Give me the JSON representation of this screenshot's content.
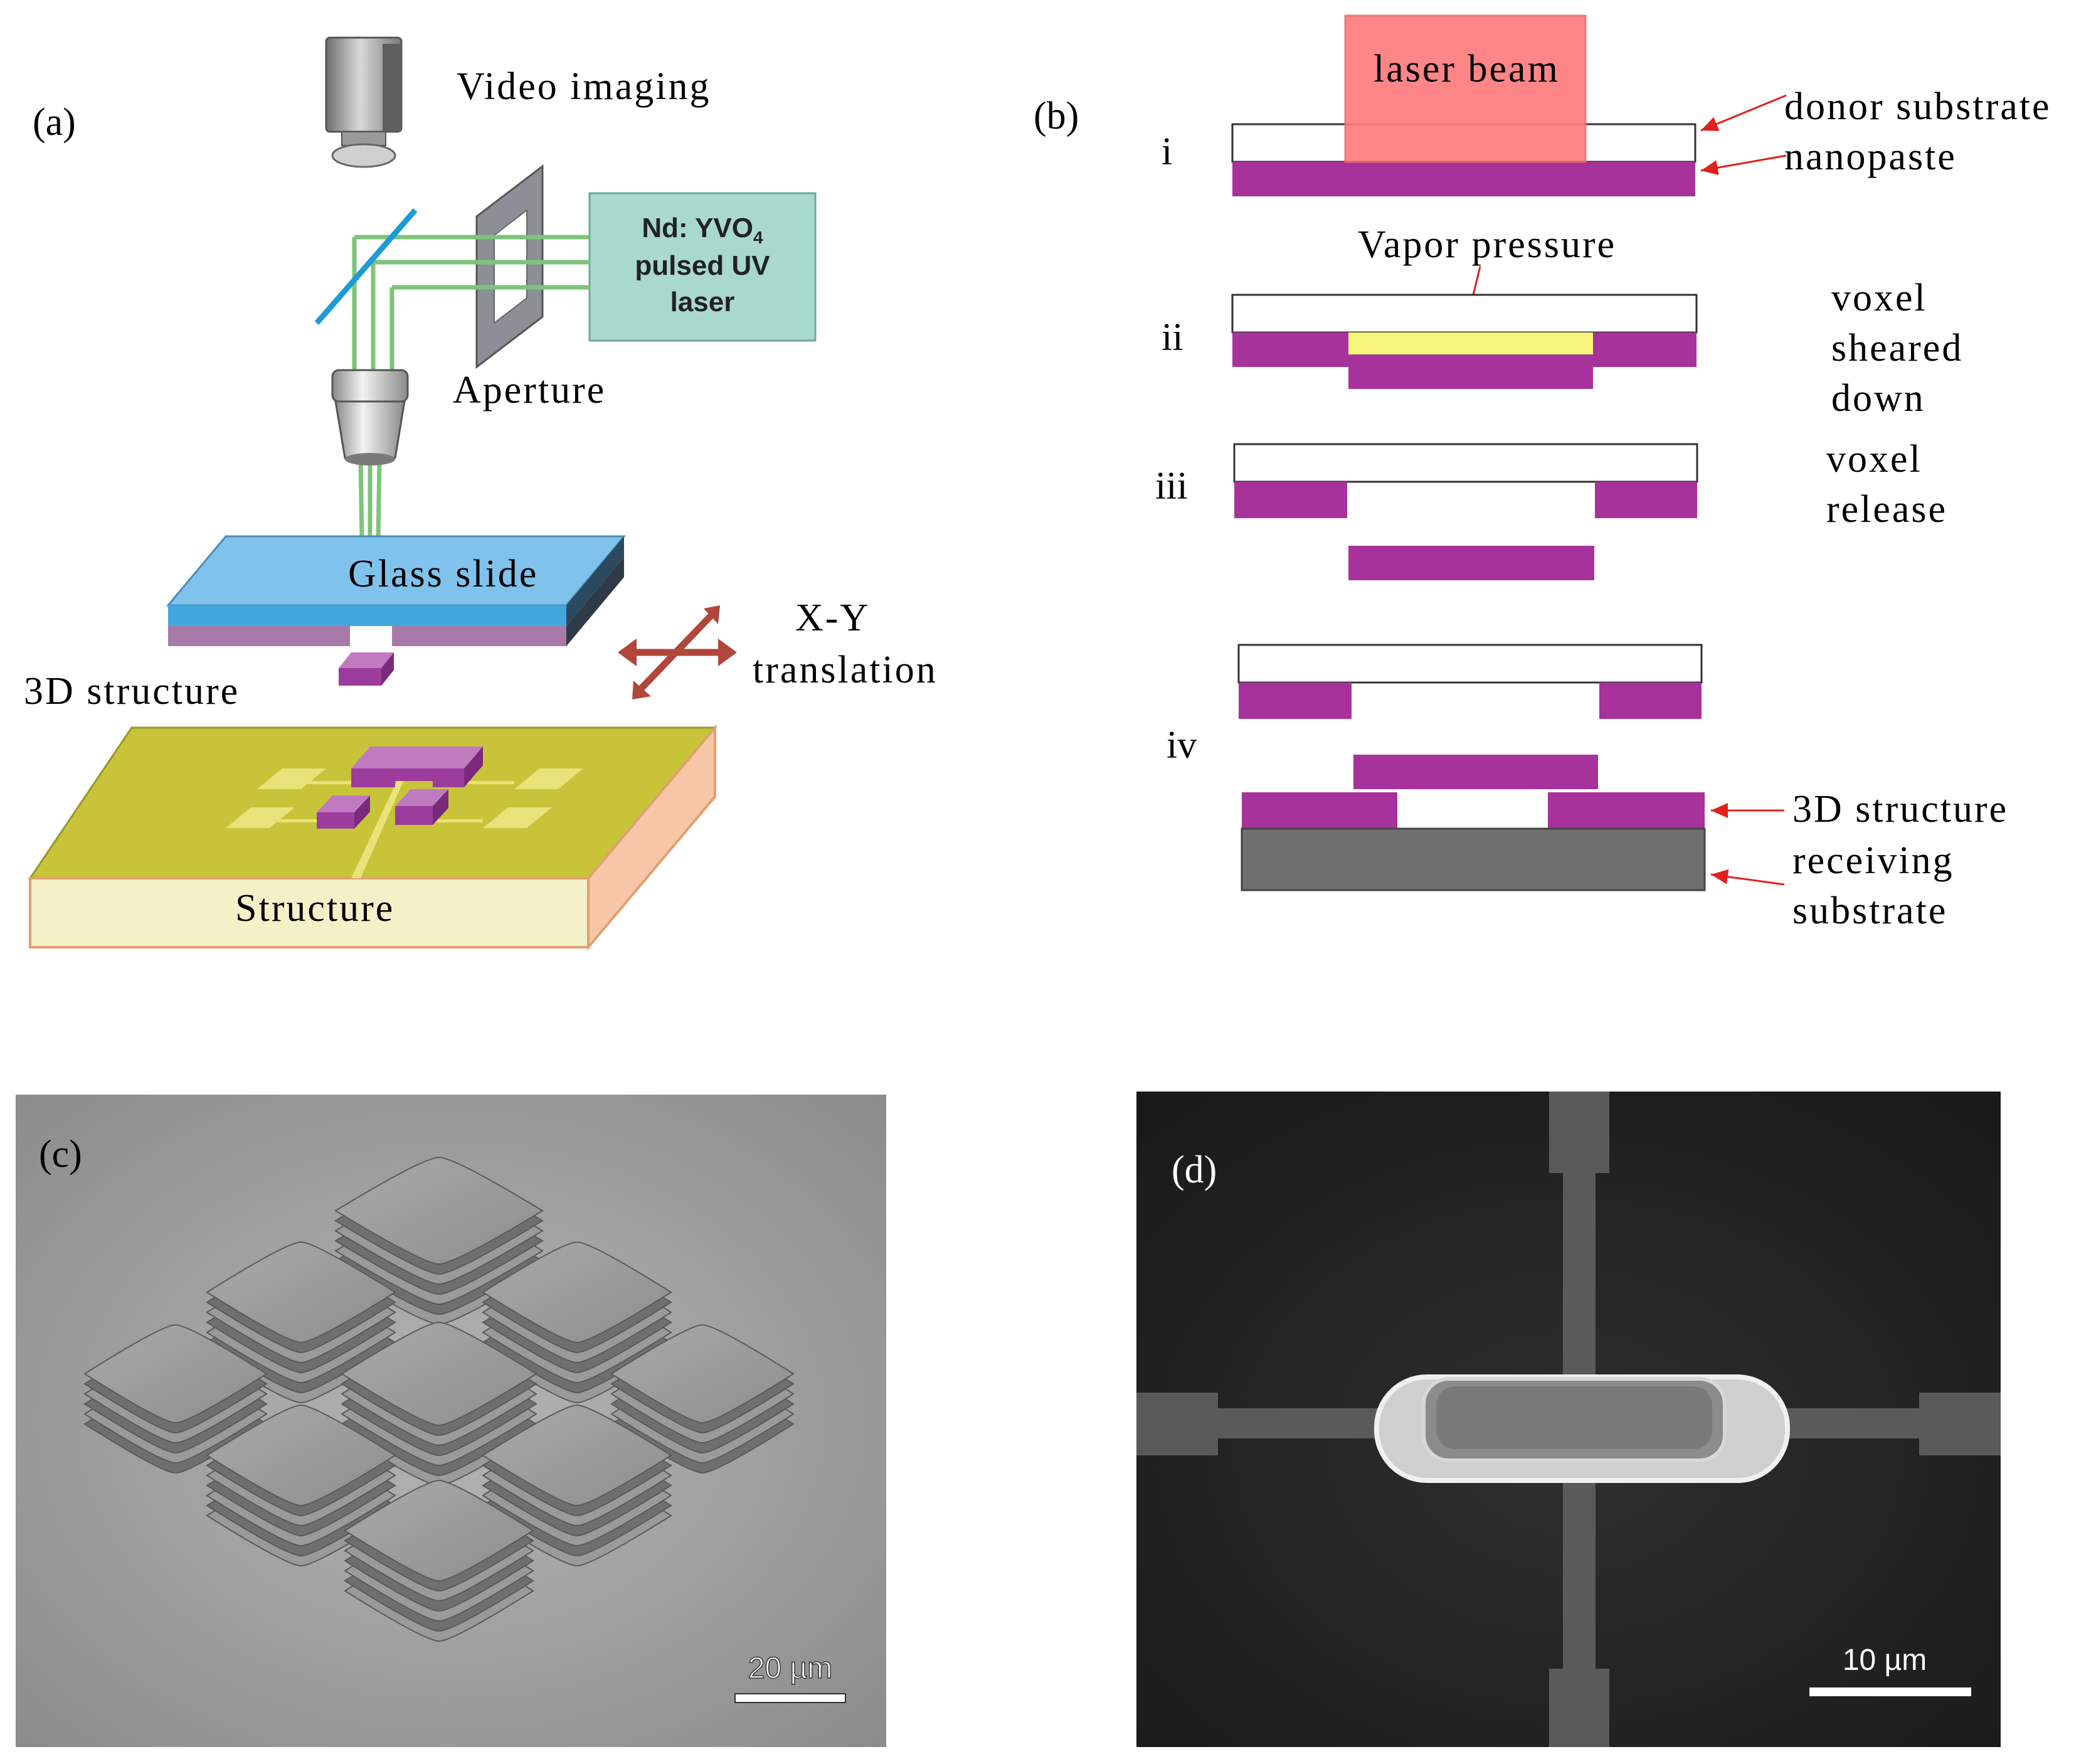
{
  "panels": {
    "a": {
      "label": "(a)",
      "video_imaging": "Video imaging",
      "laser_line1": "Nd: YVO",
      "laser_sub": "4",
      "laser_line2": "pulsed UV",
      "laser_line3": "laser",
      "aperture": "Aperture",
      "glass_slide": "Glass slide",
      "structure_3d": "3D structure",
      "xy_line1": "X-Y",
      "xy_line2": "translation",
      "structure": "Structure"
    },
    "b": {
      "label": "(b)",
      "step_i": "i",
      "step_ii": "ii",
      "step_iii": "iii",
      "step_iv": "iv",
      "laser_beam": "laser beam",
      "donor_substrate": "donor substrate",
      "nanopaste": "nanopaste",
      "vapor_pressure": "Vapor pressure",
      "voxel_sheared_1": "voxel",
      "voxel_sheared_2": "sheared",
      "voxel_sheared_3": "down",
      "voxel_release_1": "voxel",
      "voxel_release_2": "release",
      "structure_3d": "3D structure",
      "receiving_1": "receiving",
      "receiving_2": "substrate"
    },
    "c": {
      "label": "(c)",
      "scale": "20 µm"
    },
    "d": {
      "label": "(d)",
      "scale": "10 µm"
    }
  },
  "colors": {
    "nanopaste": "#a8329c",
    "laser_beam": "#ff7a7a",
    "vapor": "#f7f57a",
    "receiving_substrate": "#707070",
    "glass": "#7fc2ec",
    "laser_box": "#a9d8cc",
    "board": "#c8c43a",
    "arrow_red": "#e0201c",
    "xy_arrow": "#b0463c"
  }
}
